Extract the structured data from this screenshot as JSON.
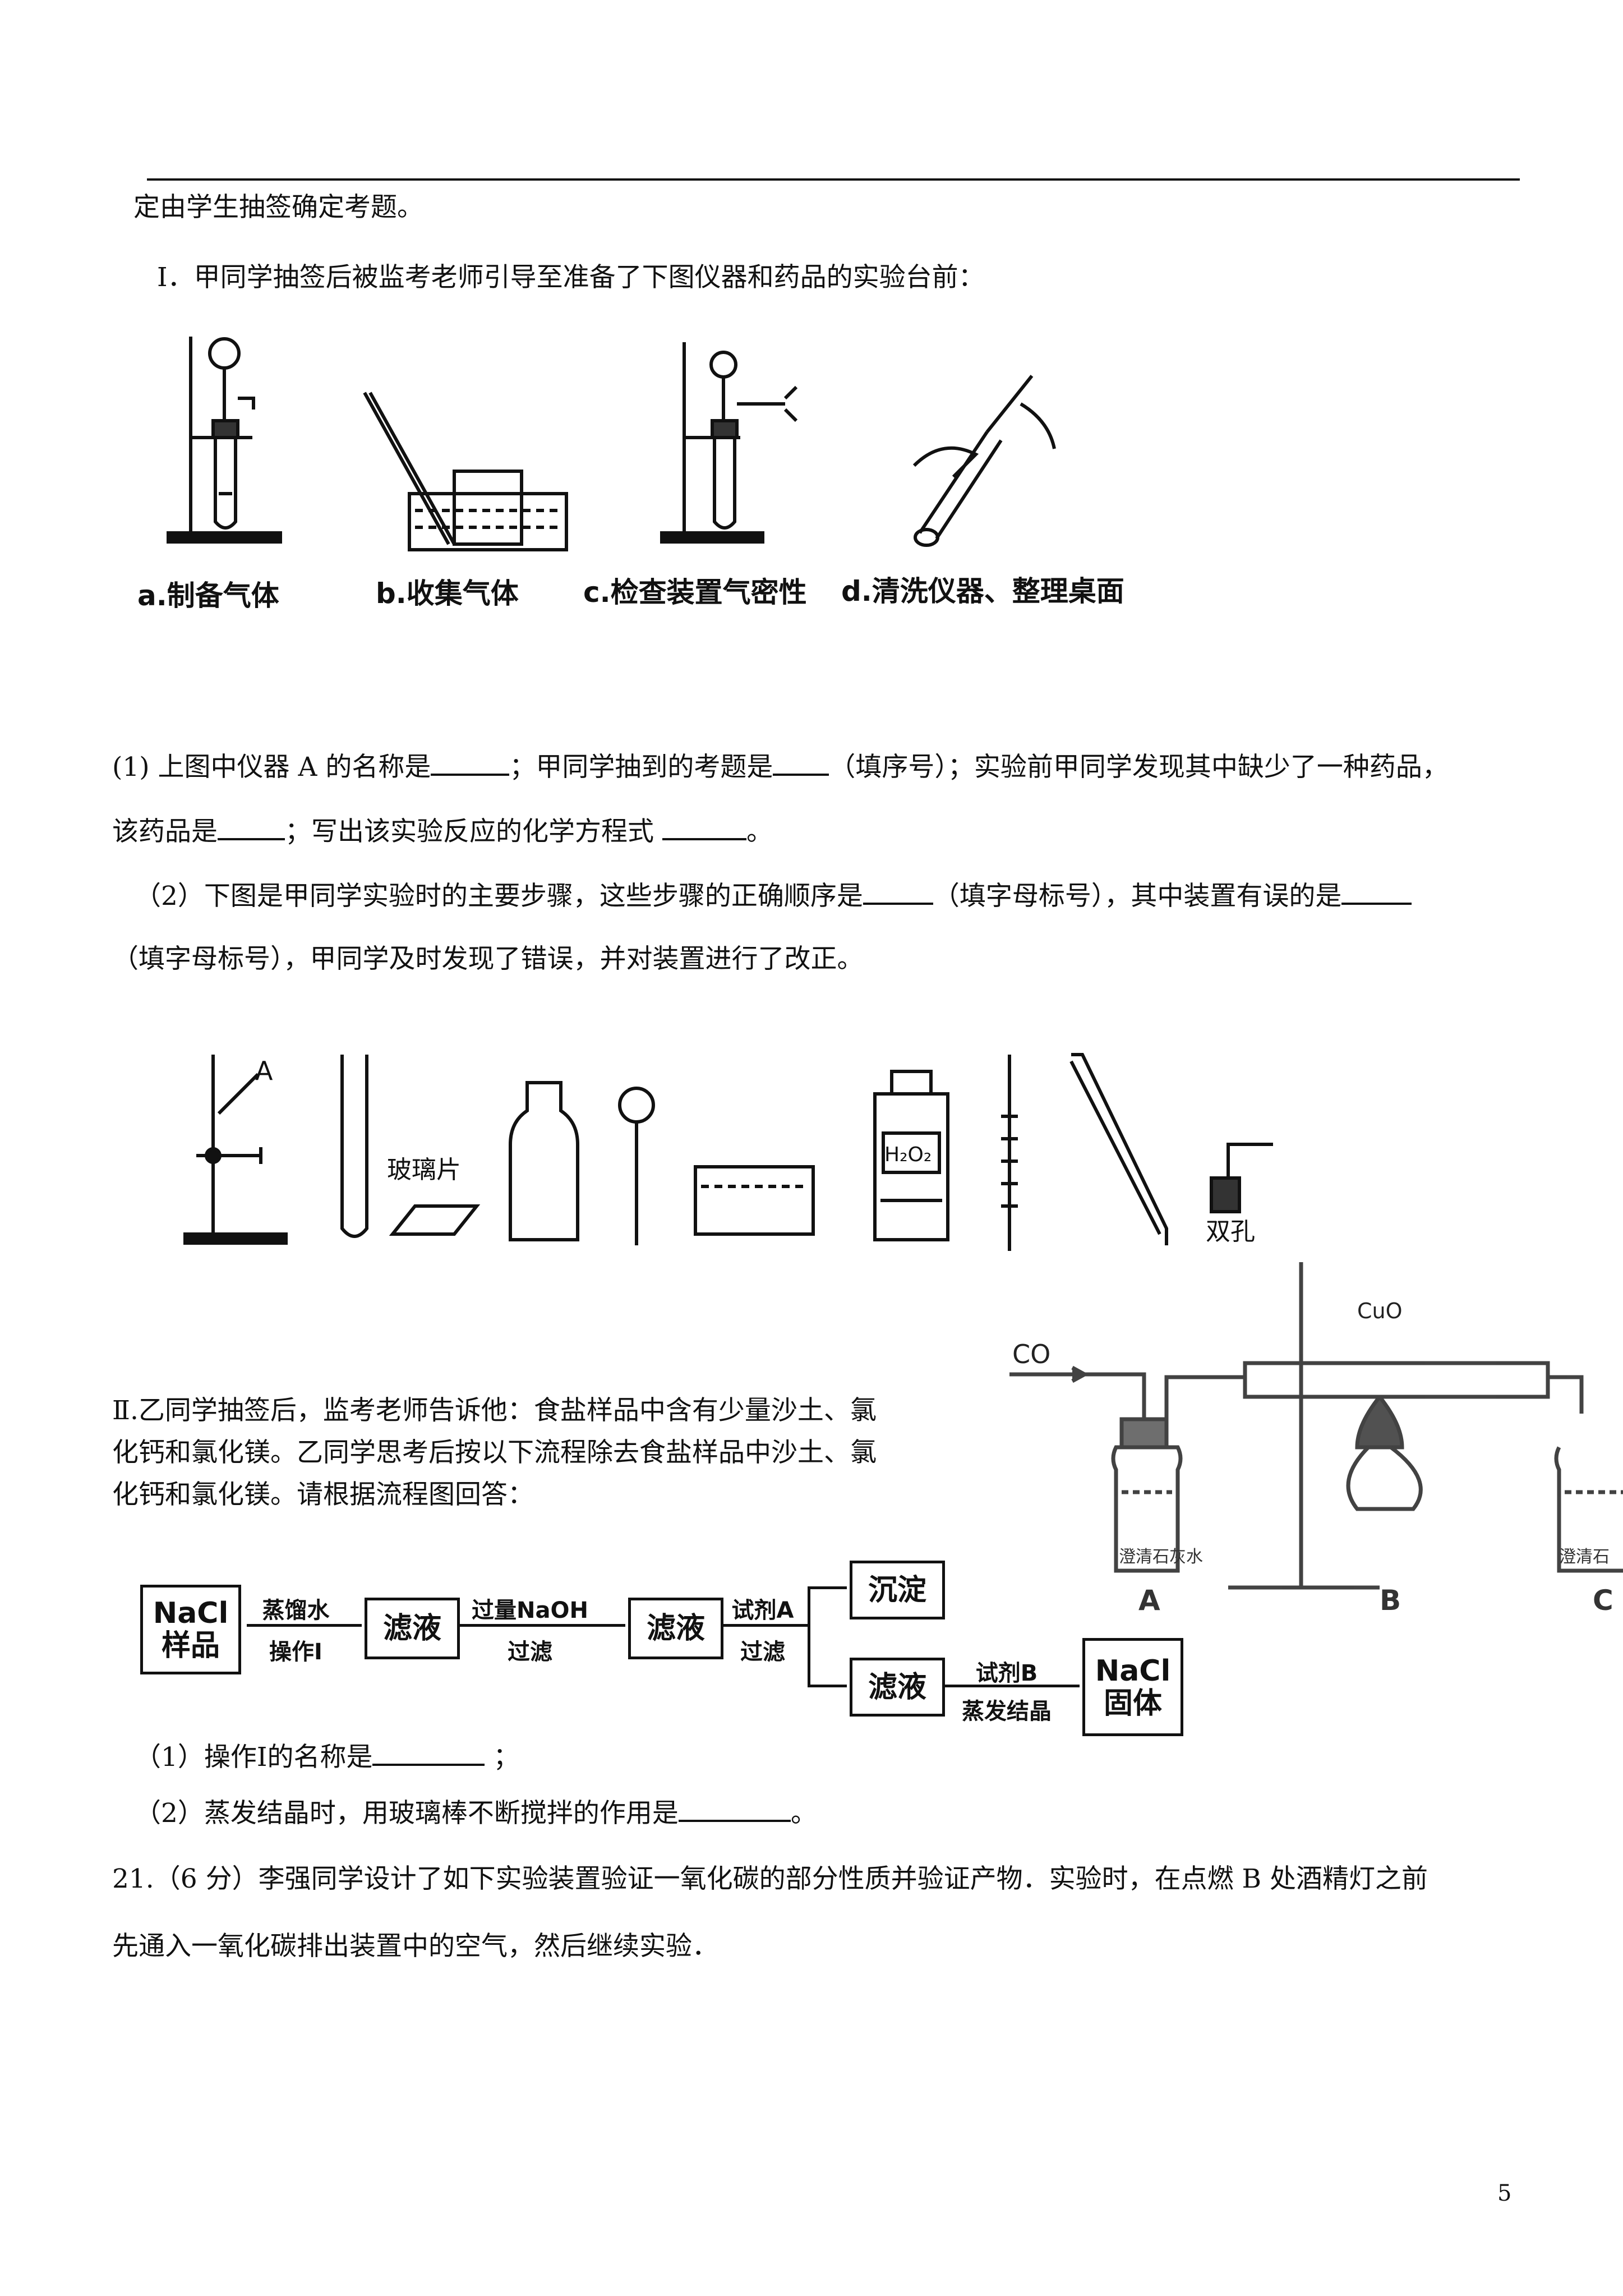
{
  "header_line": "",
  "line1": "定由学生抽签确定考题。",
  "part1_intro": "Ⅰ．甲同学抽签后被监考老师引导至准备了下图仪器和药品的实验台前：",
  "captions": {
    "a": "a.制备气体",
    "b": "b.收集气体",
    "c": "c.检查装置气密性",
    "d": "d.清洗仪器、整理桌面"
  },
  "q1": {
    "line1_a": "(1) 上图中仪器 A 的名称是",
    "line1_b": "；甲同学抽到的考题是",
    "line1_c": "（填序号）；实验前甲同学发现其中缺少了一种药品，",
    "line2_a": "该药品是",
    "line2_b": "；写出该实验反应的化学方程式",
    "line2_c": "。"
  },
  "q2": {
    "line1_a": "（2）下图是甲同学实验时的主要步骤，这些步骤的正确顺序是",
    "line1_b": "（填字母标号），其中装置有误的是",
    "line2": "（填字母标号），甲同学及时发现了错误，并对装置进行了改正。"
  },
  "apparatus_labels": {
    "A": "A",
    "glass": "玻璃片",
    "h2o2": "H₂O₂",
    "double_hole": "双孔"
  },
  "part2": {
    "line1": "Ⅱ.乙同学抽签后，监考老师告诉他：食盐样品中含有少量沙土、氯",
    "line2": "化钙和氯化镁。乙同学思考后按以下流程除去食盐样品中沙土、氯",
    "line3": "化钙和氯化镁。请根据流程图回答："
  },
  "flow": {
    "box_sample": [
      "NaCl",
      "样品"
    ],
    "arrow1_top": "蒸馏水",
    "arrow1_bottom": "操作Ⅰ",
    "box_filtrate1": "滤液",
    "arrow2_top": "过量NaOH",
    "arrow2_bottom": "过滤",
    "box_filtrate2": "滤液",
    "arrow3_top": "试剂A",
    "arrow3_bottom": "过滤",
    "box_precipitate": "沉淀",
    "box_filtrate3": "滤液",
    "arrow4_top": "试剂B",
    "arrow4_bottom": "蒸发结晶",
    "box_solid": [
      "NaCl",
      "固体"
    ]
  },
  "co_apparatus": {
    "co_label": "CO",
    "cuo_label": "CuO",
    "label_A": "A",
    "label_B": "B",
    "label_C": "C",
    "limewater_a": "澄清石灰水",
    "limewater_c": "澄清石"
  },
  "q_part2": {
    "q1_a": "（1）操作Ⅰ的名称是",
    "q1_b": "；",
    "q2_a": "（2）蒸发结晶时，用玻璃棒不断搅拌的作用是",
    "q2_b": "。"
  },
  "q21": {
    "line1": "21.（6 分）李强同学设计了如下实验装置验证一氧化碳的部分性质并验证产物．实验时，在点燃 B 处酒精灯之前",
    "line2": "先通入一氧化碳排出装置中的空气，然后继续实验．"
  },
  "page_number": "5"
}
